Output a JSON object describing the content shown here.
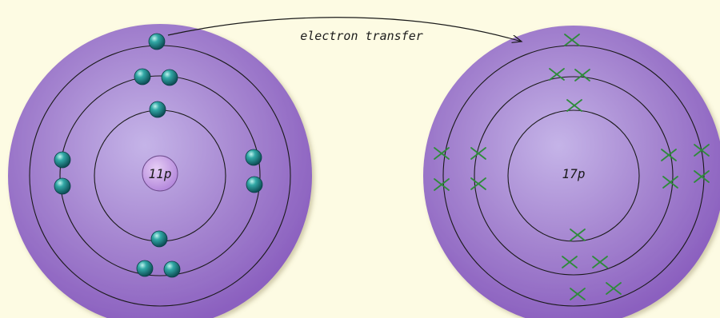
{
  "transfer": {
    "label": "electron transfer"
  },
  "atoms": [
    {
      "nucleus_label": "11p",
      "electron_marker": "dot",
      "shells": [
        2,
        8,
        1
      ]
    },
    {
      "nucleus_label": "17p",
      "electron_marker": "cross",
      "shells": [
        2,
        8,
        7
      ]
    }
  ],
  "colors": {
    "background": "#fdfbe3",
    "atom_disc": "#a57ec7",
    "shell_line": "#1a1a1a",
    "electron_dot": "#1f8a8a",
    "electron_cross": "#2e8b3a",
    "nucleus_fill": "#c9a0e6"
  }
}
